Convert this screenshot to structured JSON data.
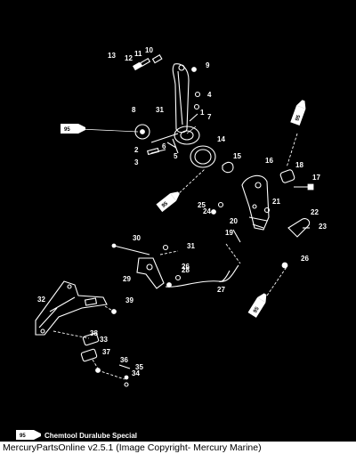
{
  "diagram": {
    "callouts": [
      "1",
      "2",
      "3",
      "4",
      "5",
      "6",
      "7",
      "8",
      "9",
      "10",
      "11",
      "12",
      "13",
      "14",
      "15",
      "16",
      "17",
      "18",
      "19",
      "20",
      "21",
      "22",
      "23",
      "24",
      "25",
      "26",
      "27",
      "28",
      "29",
      "30",
      "31",
      "32",
      "33",
      "34",
      "35",
      "36",
      "37",
      "38",
      "39"
    ],
    "lube_tag": "95",
    "legend": {
      "code": "95",
      "text": "Chemtool Duralube Special"
    }
  },
  "caption": "MercuryPartsOnline v2.5.1 (Image Copyright- Mercury Marine)"
}
